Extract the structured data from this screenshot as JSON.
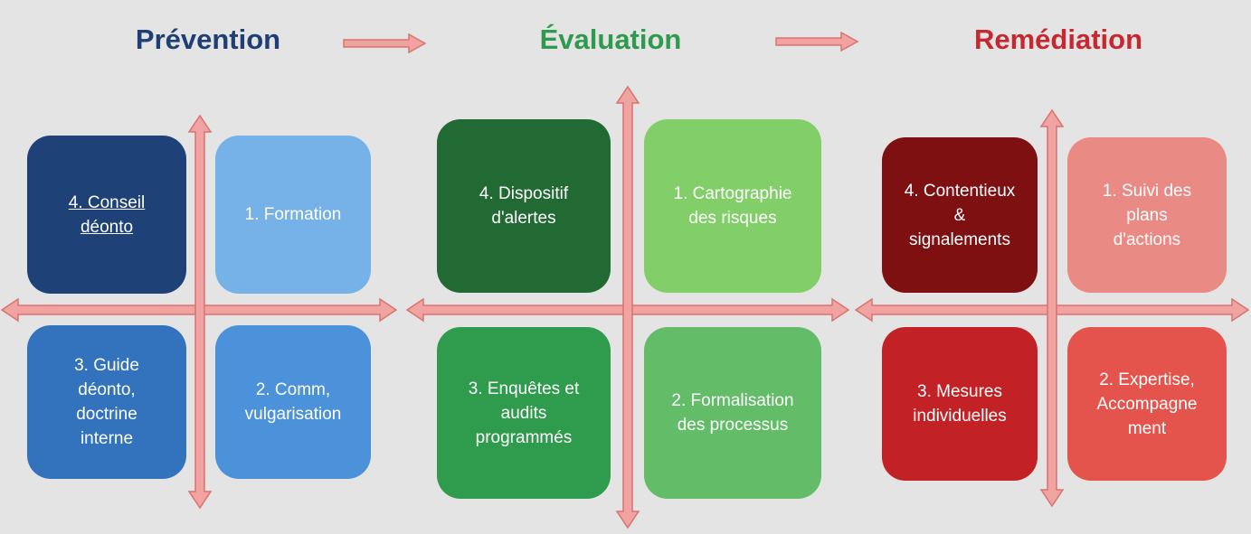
{
  "phases": [
    {
      "title": "Prévention",
      "title_color": "#1f3f74",
      "boxes": [
        {
          "label": "4. Conseil\ndéonto",
          "color": "#1e4178"
        },
        {
          "label": "1. Formation",
          "color": "#76b2e8"
        },
        {
          "label": "3. Guide\ndéonto,\ndoctrine\ninterne",
          "color": "#3373be"
        },
        {
          "label": "2. Comm,\nvulgarisation",
          "color": "#4b92da"
        }
      ]
    },
    {
      "title": "Évaluation",
      "title_color": "#2f9a4e",
      "boxes": [
        {
          "label": "4. Dispositif\nd'alertes",
          "color": "#226a34"
        },
        {
          "label": "1. Cartographie\ndes risques",
          "color": "#82cf6a"
        },
        {
          "label": "3. Enquêtes et\naudits\nprogrammés",
          "color": "#2f9c4d"
        },
        {
          "label": "2. Formalisation\ndes processus",
          "color": "#62bc68"
        }
      ]
    },
    {
      "title": "Remédiation",
      "title_color": "#c72830",
      "boxes": [
        {
          "label": "4. Contentieux\n&\nsignalements",
          "color": "#7f1012"
        },
        {
          "label": "1. Suivi des\nplans\nd'actions",
          "color": "#ea8a84"
        },
        {
          "label": "3. Mesures\nindividuelles",
          "color": "#c22126"
        },
        {
          "label": "2. Expertise,\nAccompagne\nment",
          "color": "#e4534c"
        }
      ]
    }
  ],
  "colors": {
    "arrow_fill": "#f0a3a0",
    "arrow_stroke": "#d9736e",
    "background": "#e4e4e4"
  }
}
